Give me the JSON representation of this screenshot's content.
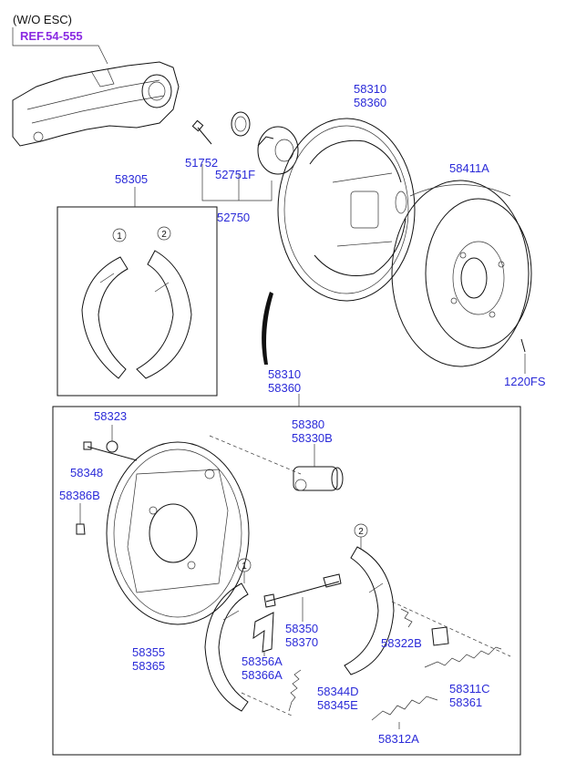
{
  "header": {
    "condition": "(W/O ESC)",
    "ref": "REF.54-555"
  },
  "labels": {
    "p51752": "51752",
    "p52751f": "52751F",
    "p52750": "52750",
    "p58305": "58305",
    "p58310_top": "58310",
    "p58360_top": "58360",
    "p58411a": "58411A",
    "p1220fs": "1220FS",
    "p58310_mid": "58310",
    "p58360_mid": "58360",
    "p58323": "58323",
    "p58348": "58348",
    "p58386b": "58386B",
    "p58380": "58380",
    "p58330b": "58330B",
    "p58355": "58355",
    "p58365": "58365",
    "p58350": "58350",
    "p58370": "58370",
    "p58356a": "58356A",
    "p58366a": "58366A",
    "p58344d": "58344D",
    "p58345e": "58345E",
    "p58322b": "58322B",
    "p58311c": "58311C",
    "p58361": "58361",
    "p58312a": "58312A"
  },
  "callouts": {
    "one_a": "1",
    "two_a": "2",
    "one_b": "1",
    "two_b": "2"
  },
  "colors": {
    "label": "#2a2ad8",
    "ref": "#8a2be2",
    "line": "#111111"
  }
}
